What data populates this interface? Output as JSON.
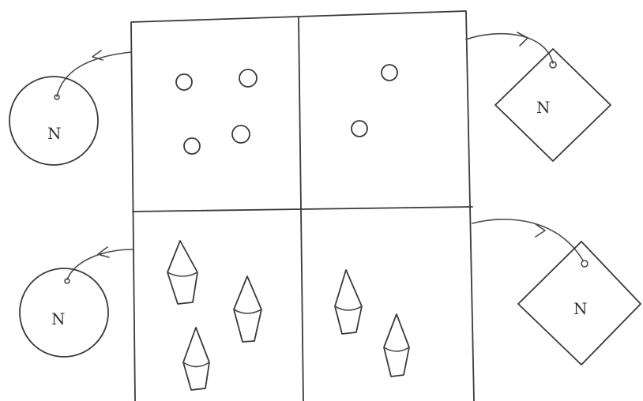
{
  "tags": [
    {
      "label": "N"
    },
    {
      "label": "N"
    },
    {
      "label": "N"
    },
    {
      "label": "N"
    }
  ],
  "cells": [
    {
      "content": "circles",
      "count": 4
    },
    {
      "content": "circles",
      "count": 2
    },
    {
      "content": "cones",
      "count": 3
    },
    {
      "content": "cones",
      "count": 2
    }
  ],
  "colors": {
    "ink": "#3a3a3a",
    "background": "#ffffff"
  }
}
